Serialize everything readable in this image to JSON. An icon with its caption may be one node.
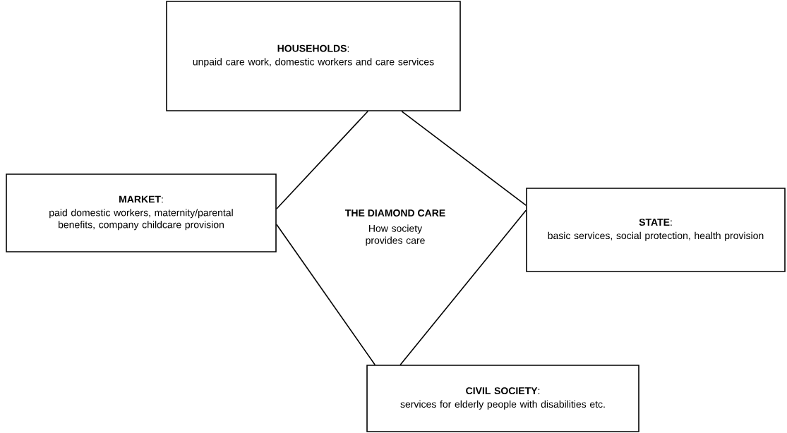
{
  "diagram": {
    "nodes": [
      {
        "text": [
          "**HOUSEHOLDS**:",
          "unpaid care work, domestic workers and care services"
        ]
      },
      {
        "text": [
          "**MARKET**:",
          "paid domestic workers, maternity/parental benefits, company childcare provision"
        ]
      },
      {
        "text": [
          "**STATE**:",
          "basic services, social protection, health provision"
        ]
      },
      {
        "text": [
          "**CIVIL SOCIETY**:",
          "services for elderly people with disabilities etc."
        ]
      }
    ],
    "edges": [
      {
        "from": 0,
        "to": 1,
        "arrow": "none"
      },
      {
        "from": 0,
        "to": 2,
        "arrow": "none"
      },
      {
        "from": 1,
        "to": 3,
        "arrow": "none"
      },
      {
        "from": 2,
        "to": 3,
        "arrow": "none"
      }
    ],
    "labels": [
      "THE DIAMOND CARE",
      "How society provides care"
    ]
  }
}
